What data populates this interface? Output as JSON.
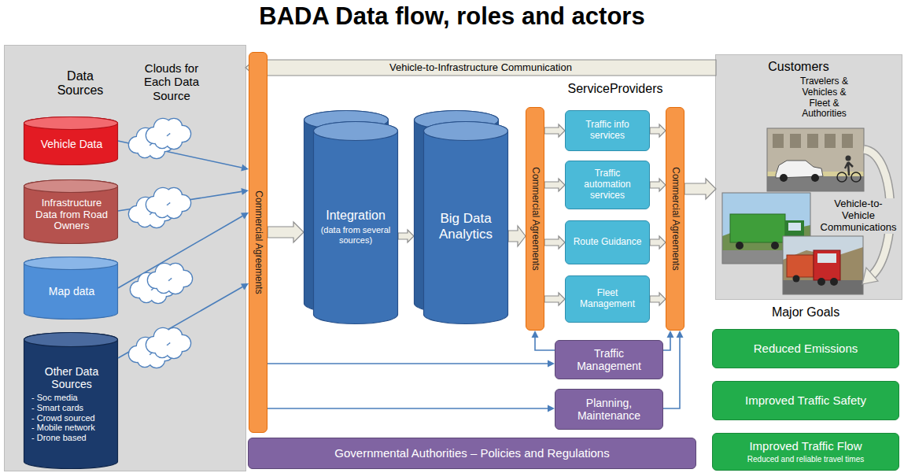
{
  "diagram": {
    "title": "BADA Data flow, roles and actors",
    "nodes": [
      {
        "text": [
          "Data Sources"
        ]
      },
      {
        "text": [
          "Vehicle Data"
        ],
        "in": 0
      },
      {
        "text": [
          "Infrastructure Data from Road Owners"
        ],
        "in": 0
      },
      {
        "text": [
          "Map data"
        ],
        "in": 0
      },
      {
        "text": [
          "Other Data Sources",
          "- Soc media",
          "- Smart cards",
          "- Crowd sourced",
          "- Mobile network",
          "- Drone based"
        ],
        "in": 0
      },
      {
        "text": [
          "Commercial Agreements"
        ]
      },
      {
        "text": [
          "Integration",
          "(data from several sources)"
        ]
      },
      {
        "text": [
          "Big Data Analytics"
        ]
      },
      {
        "text": [
          "Commercial Agreements"
        ]
      },
      {
        "text": [
          "Traffic info services"
        ]
      },
      {
        "text": [
          "Traffic automation services"
        ]
      },
      {
        "text": [
          "Route Guidance"
        ]
      },
      {
        "text": [
          "Fleet Management"
        ]
      },
      {
        "text": [
          "Commercial Agreements"
        ]
      },
      {
        "text": [
          "Customers",
          "Travelers & Vehicles & Fleet & Authorities"
        ]
      },
      {
        "text": [
          "Traffic Management"
        ]
      },
      {
        "text": [
          "Planning, Maintenance"
        ]
      },
      {
        "text": [
          "Governmental Authorities – Policies and Regulations"
        ]
      },
      {
        "text": [
          "Reduced Emissions"
        ]
      },
      {
        "text": [
          "Improved Traffic Safety"
        ]
      },
      {
        "text": [
          "Improved Traffic Flow",
          "Reduced and reliable travel times"
        ]
      }
    ],
    "edges": [
      {
        "from": 1,
        "to": 5,
        "arrow": "to"
      },
      {
        "from": 2,
        "to": 5,
        "arrow": "to"
      },
      {
        "from": 3,
        "to": 5,
        "arrow": "to"
      },
      {
        "from": 4,
        "to": 5,
        "arrow": "to"
      },
      {
        "from": 5,
        "to": 6,
        "arrow": "to"
      },
      {
        "from": 6,
        "to": 7,
        "arrow": "to"
      },
      {
        "from": 7,
        "to": 8,
        "arrow": "to"
      },
      {
        "from": 8,
        "to": 9,
        "arrow": "to"
      },
      {
        "from": 8,
        "to": 10,
        "arrow": "to"
      },
      {
        "from": 8,
        "to": 11,
        "arrow": "to"
      },
      {
        "from": 8,
        "to": 12,
        "arrow": "to"
      },
      {
        "from": 9,
        "to": 13,
        "arrow": "to"
      },
      {
        "from": 10,
        "to": 13,
        "arrow": "to"
      },
      {
        "from": 11,
        "to": 13,
        "arrow": "to"
      },
      {
        "from": 12,
        "to": 13,
        "arrow": "to"
      },
      {
        "from": 13,
        "to": 14,
        "arrow": "to"
      },
      {
        "from": 14,
        "to": 0,
        "label": "Vehicle-to-Infrastructure Communication",
        "arrow": "to"
      },
      {
        "from": 5,
        "to": 15,
        "arrow": "to"
      },
      {
        "from": 5,
        "to": 16,
        "arrow": "to"
      },
      {
        "from": 15,
        "to": 8,
        "arrow": "to"
      },
      {
        "from": 15,
        "to": 13,
        "arrow": "to"
      },
      {
        "from": 16,
        "to": 13,
        "arrow": "to"
      }
    ],
    "labels": [
      "Clouds for Each Data Source",
      "ServiceProviders",
      "Vehicle-to-Vehicle Communications",
      "Major Goals"
    ]
  }
}
